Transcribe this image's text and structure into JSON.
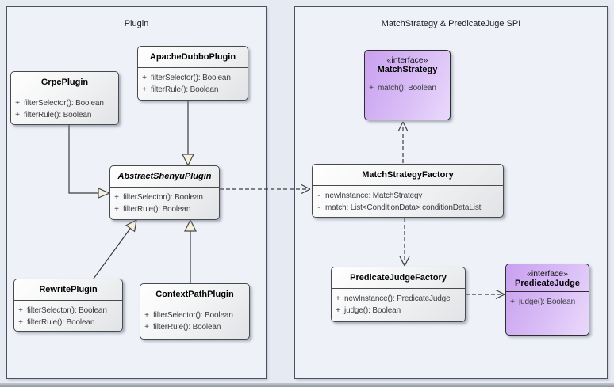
{
  "packages": {
    "plugin": {
      "title": "Plugin"
    },
    "spi": {
      "title": "MatchStrategy & PredicateJuge SPI"
    }
  },
  "classes": {
    "grpc": {
      "name": "GrpcPlugin",
      "methods": [
        {
          "vis": "+",
          "sig": "filterSelector(): Boolean"
        },
        {
          "vis": "+",
          "sig": "filterRule(): Boolean"
        }
      ]
    },
    "apache_dubbo": {
      "name": "ApacheDubboPlugin",
      "methods": [
        {
          "vis": "+",
          "sig": "filterSelector(): Boolean"
        },
        {
          "vis": "+",
          "sig": "filterRule(): Boolean"
        }
      ]
    },
    "abstract_shenyu": {
      "name": "AbstractShenyuPlugin",
      "methods": [
        {
          "vis": "+",
          "sig": "filterSelector(): Boolean"
        },
        {
          "vis": "+",
          "sig": "filterRule(): Boolean"
        }
      ]
    },
    "rewrite": {
      "name": "RewritePlugin",
      "methods": [
        {
          "vis": "+",
          "sig": "filterSelector(): Boolean"
        },
        {
          "vis": "+",
          "sig": "filterRule(): Boolean"
        }
      ]
    },
    "context_path": {
      "name": "ContextPathPlugin",
      "methods": [
        {
          "vis": "+",
          "sig": "filterSelector(): Boolean"
        },
        {
          "vis": "+",
          "sig": "filterRule(): Boolean"
        }
      ]
    },
    "match_strategy_factory": {
      "name": "MatchStrategyFactory",
      "methods": [
        {
          "vis": "-",
          "sig": "newInstance: MatchStrategy"
        },
        {
          "vis": "-",
          "sig": "match: List<ConditionData> conditionDataList"
        }
      ]
    },
    "predicate_judge_factory": {
      "name": "PredicateJudgeFactory",
      "methods": [
        {
          "vis": "+",
          "sig": "newInstance(): PredicateJudge"
        },
        {
          "vis": "+",
          "sig": "judge(): Boolean"
        }
      ]
    },
    "match_strategy": {
      "stereotype": "«interface»",
      "name": "MatchStrategy",
      "methods": [
        {
          "vis": "+",
          "sig": "match(): Boolean"
        }
      ]
    },
    "predicate_judge": {
      "stereotype": "«interface»",
      "name": "PredicateJudge",
      "methods": [
        {
          "vis": "+",
          "sig": "judge(): Boolean"
        }
      ]
    }
  },
  "edges": [
    {
      "from": "GrpcPlugin",
      "to": "AbstractShenyuPlugin",
      "type": "generalization"
    },
    {
      "from": "ApacheDubboPlugin",
      "to": "AbstractShenyuPlugin",
      "type": "generalization"
    },
    {
      "from": "RewritePlugin",
      "to": "AbstractShenyuPlugin",
      "type": "generalization"
    },
    {
      "from": "ContextPathPlugin",
      "to": "AbstractShenyuPlugin",
      "type": "generalization"
    },
    {
      "from": "AbstractShenyuPlugin",
      "to": "MatchStrategyFactory",
      "type": "dependency"
    },
    {
      "from": "MatchStrategyFactory",
      "to": "MatchStrategy",
      "type": "dependency"
    },
    {
      "from": "MatchStrategyFactory",
      "to": "PredicateJudgeFactory",
      "type": "dependency"
    },
    {
      "from": "PredicateJudgeFactory",
      "to": "PredicateJudge",
      "type": "dependency"
    }
  ],
  "colors": {
    "canvas_bg": "#e6eaf3",
    "package_fill": "#eef1f8",
    "package_border": "#4c515c",
    "class_border": "#4a4a4a",
    "interface_fill": "#cda5f1",
    "line": "#3c3c3c",
    "triangle_fill": "#f7f0de"
  }
}
